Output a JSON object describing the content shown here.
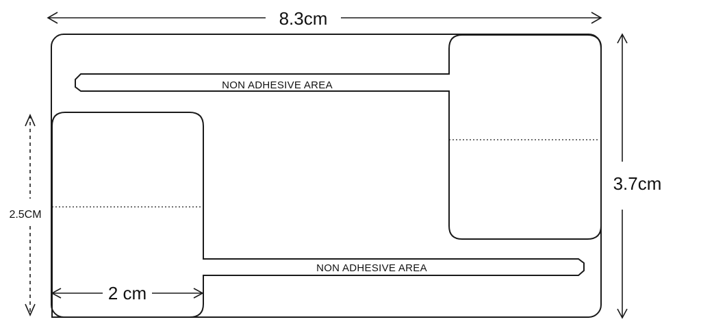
{
  "dimensions": {
    "width": "8.3cm",
    "height": "3.7cm",
    "tab_height": "2.5CM",
    "tab_width": "2 cm"
  },
  "labels": {
    "top_strip": "NON ADHESIVE AREA",
    "bottom_strip": "NON ADHESIVE AREA"
  }
}
